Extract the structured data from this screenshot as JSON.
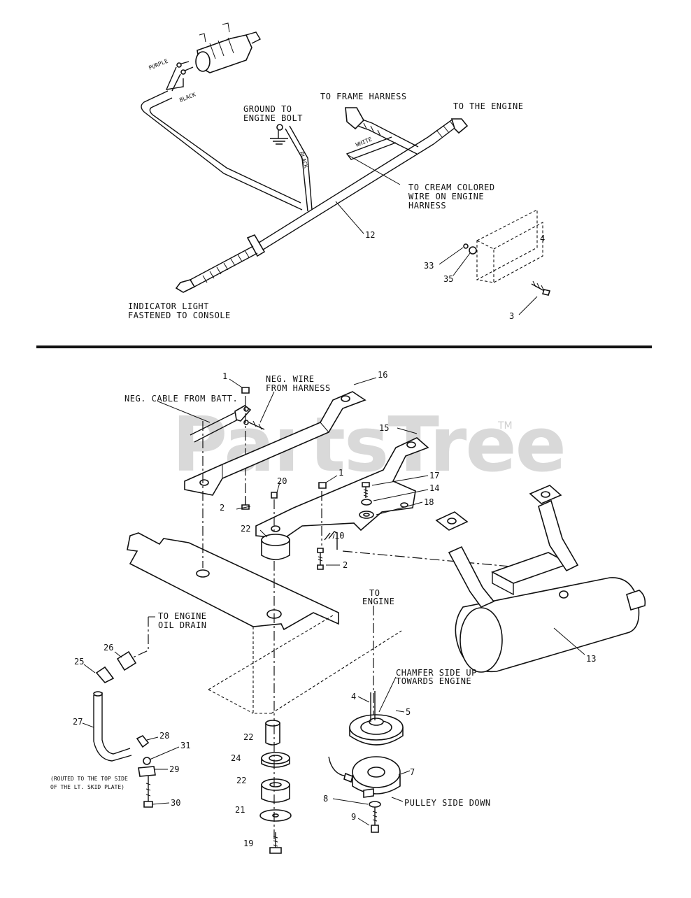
{
  "watermark": {
    "brand": "PartsTree",
    "tm": "TM"
  },
  "top": {
    "ground_to": "GROUND TO",
    "engine_bolt": "ENGINE BOLT",
    "to_frame_harness": "TO FRAME HARNESS",
    "to_the_engine": "TO THE ENGINE",
    "cream_1": "TO CREAM COLORED",
    "cream_2": "WIRE ON ENGINE",
    "cream_3": "HARNESS",
    "indicator_1": "INDICATOR LIGHT",
    "indicator_2": "FASTENED TO CONSOLE",
    "wire_purple": "PURPLE",
    "wire_black": "BLACK",
    "wire_black_2": "BLACK",
    "wire_white": "WHITE",
    "callouts": {
      "c12": "12",
      "c33": "33",
      "c35": "35",
      "c3": "3",
      "c4": "4"
    }
  },
  "bottom": {
    "neg_cable": "NEG. CABLE FROM BATT.",
    "neg_wire_1": "NEG. WIRE",
    "neg_wire_2": "FROM HARNESS",
    "to_engine_oil_1": "TO ENGINE",
    "to_engine_oil_2": "OIL DRAIN",
    "to_engine_1": "TO",
    "to_engine_2": "ENGINE",
    "chamfer_1": "CHAMFER SIDE UP",
    "chamfer_2": "TOWARDS ENGINE",
    "pulley_side": "PULLEY SIDE DOWN",
    "routed_1": "(ROUTED TO THE TOP SIDE",
    "routed_2": "OF THE LT. SKID PLATE)",
    "callouts": {
      "c1a": "1",
      "c16": "16",
      "c15": "15",
      "c1b": "1",
      "c17": "17",
      "c14": "14",
      "c18": "18",
      "c20": "20",
      "c2a": "2",
      "c22a": "22",
      "c10": "10",
      "c2b": "2",
      "c13": "13",
      "c26": "26",
      "c25": "25",
      "c27": "27",
      "c28": "28",
      "c31": "31",
      "c29": "29",
      "c30": "30",
      "c22b": "22",
      "c24": "24",
      "c22c": "22",
      "c21": "21",
      "c19": "19",
      "c4": "4",
      "c5": "5",
      "c7": "7",
      "c8": "8",
      "c9": "9"
    }
  }
}
